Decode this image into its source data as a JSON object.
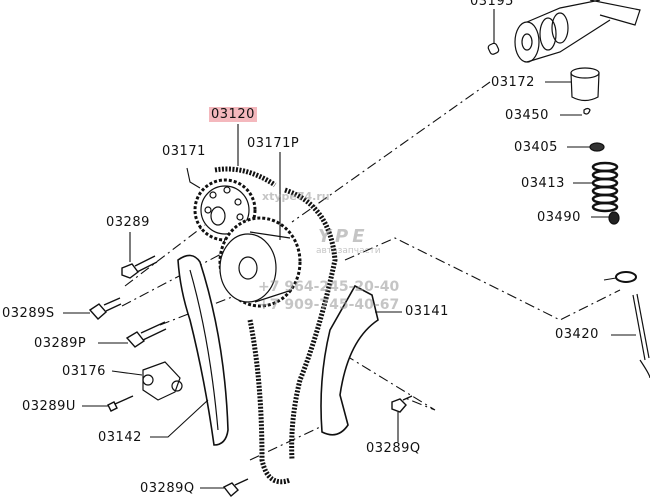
{
  "title": "Timing chain and valve train parts diagram",
  "highlight_color": "#f4b8bd",
  "labels": {
    "p03195": "03195",
    "p03172": "03172",
    "p03450": "03450",
    "p03405": "03405",
    "p03413": "03413",
    "p03490": "03490",
    "p03120": "03120",
    "p03171": "03171",
    "p03171P": "03171P",
    "p03289": "03289",
    "p03289S": "03289S",
    "p03289P": "03289P",
    "p03176": "03176",
    "p03289U": "03289U",
    "p03142": "03142",
    "p03141": "03141",
    "p03420": "03420",
    "p03289Q_a": "03289Q",
    "p03289Q_b": "03289Q"
  },
  "watermark": {
    "site": "xtype74.ru",
    "brand": "YPE",
    "tagline": "автозапчасти",
    "phone1": "+7 964-245-20-40",
    "phone2": "+7 909-745-40-67"
  }
}
